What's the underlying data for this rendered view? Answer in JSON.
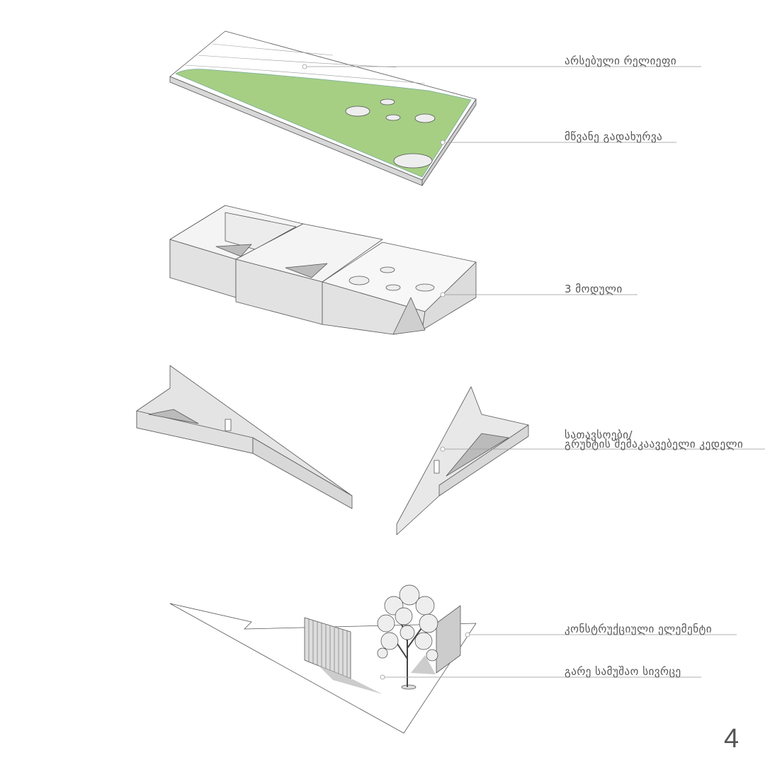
{
  "labels": {
    "existing_relief": "არსებული რელიეფი",
    "green_roof": "მწვანე გადახურვა",
    "modules": "3 მოდული",
    "storage_line1": "სათავსოები/",
    "storage_line2": "გრუნტის შემაკაავებელი კედელი",
    "structural": "კონსტრუქციული ელემენტი",
    "outdoor": "გარე სამუშაო სივრცე"
  },
  "page_number": "4",
  "colors": {
    "green_roof": "#a6cf84",
    "wall": "#e4e4e4",
    "line": "#777777",
    "text": "#555555"
  }
}
